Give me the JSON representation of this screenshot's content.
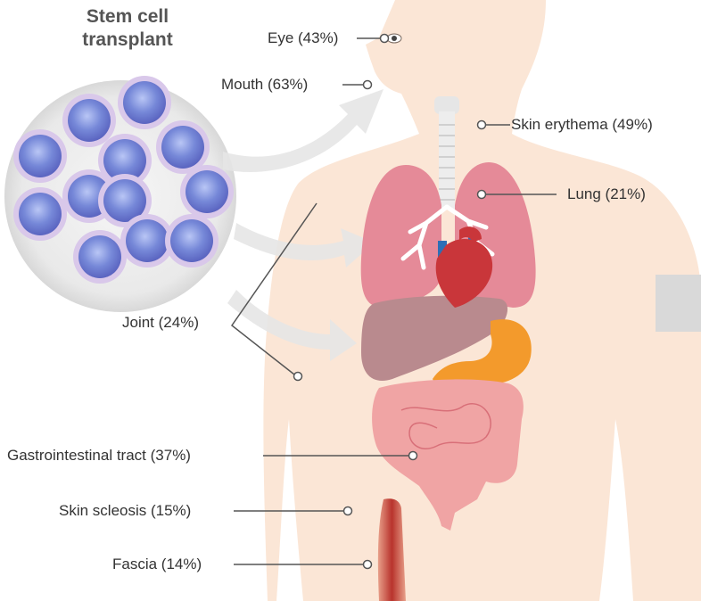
{
  "title": {
    "line1": "Stem cell",
    "line2": "transplant"
  },
  "labels": {
    "eye": "Eye (43%)",
    "mouth": "Mouth (63%)",
    "skin_erythema": "Skin erythema (49%)",
    "lung": "Lung (21%)",
    "joint": "Joint  (24%)",
    "gi_tract": "Gastrointestinal tract (37%)",
    "skin_sclerosis": "Skin scleosis (15%)",
    "fascia": "Fascia  (14%)"
  },
  "colors": {
    "skin": "#fbe6d6",
    "lung": "#e58a98",
    "liver": "#b98a8e",
    "stomach": "#f39a2c",
    "intestine": "#f0a4a4",
    "heart": "#c9363a",
    "vessel_blue": "#2e6fb5",
    "cell": "#7b8fd8",
    "line": "#555555"
  },
  "icons": [
    "stem-cell-icon",
    "arrow-icon",
    "heart-icon",
    "eye-icon",
    "trachea-icon"
  ]
}
